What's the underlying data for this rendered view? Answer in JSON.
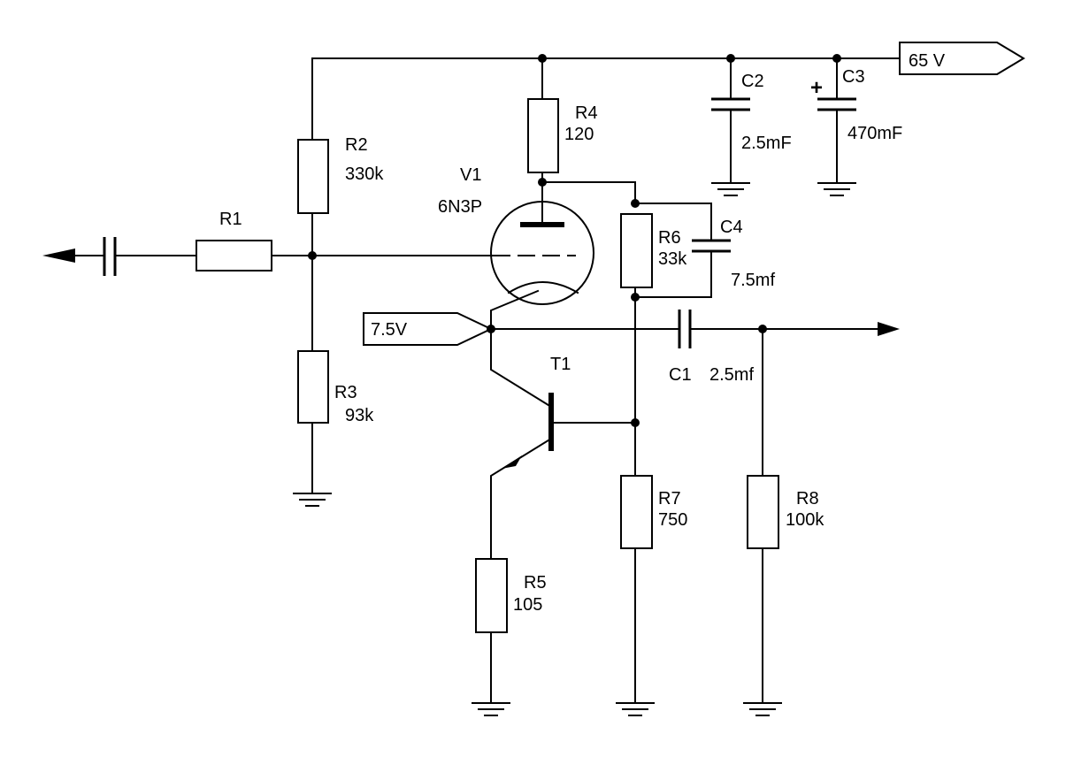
{
  "components": {
    "R1": {
      "name": "R1"
    },
    "R2": {
      "name": "R2",
      "value": "330k"
    },
    "R3": {
      "name": "R3",
      "value": "93k"
    },
    "R4": {
      "name": "R4",
      "value": "120"
    },
    "R5": {
      "name": "R5",
      "value": "105"
    },
    "R6": {
      "name": "R6",
      "value": "33k"
    },
    "R7": {
      "name": "R7",
      "value": "750"
    },
    "R8": {
      "name": "R8",
      "value": "100k"
    },
    "C1": {
      "name": "C1",
      "value": "2.5mf"
    },
    "C2": {
      "name": "C2",
      "value": "2.5mF"
    },
    "C3": {
      "name": "C3",
      "value": "470mF",
      "polarity": "+"
    },
    "C4": {
      "name": "C4",
      "value": "7.5mf"
    },
    "V1": {
      "name": "V1",
      "type": "6N3P"
    },
    "T1": {
      "name": "T1"
    }
  },
  "ports": {
    "supply": "65 V",
    "bias": "7.5V"
  }
}
